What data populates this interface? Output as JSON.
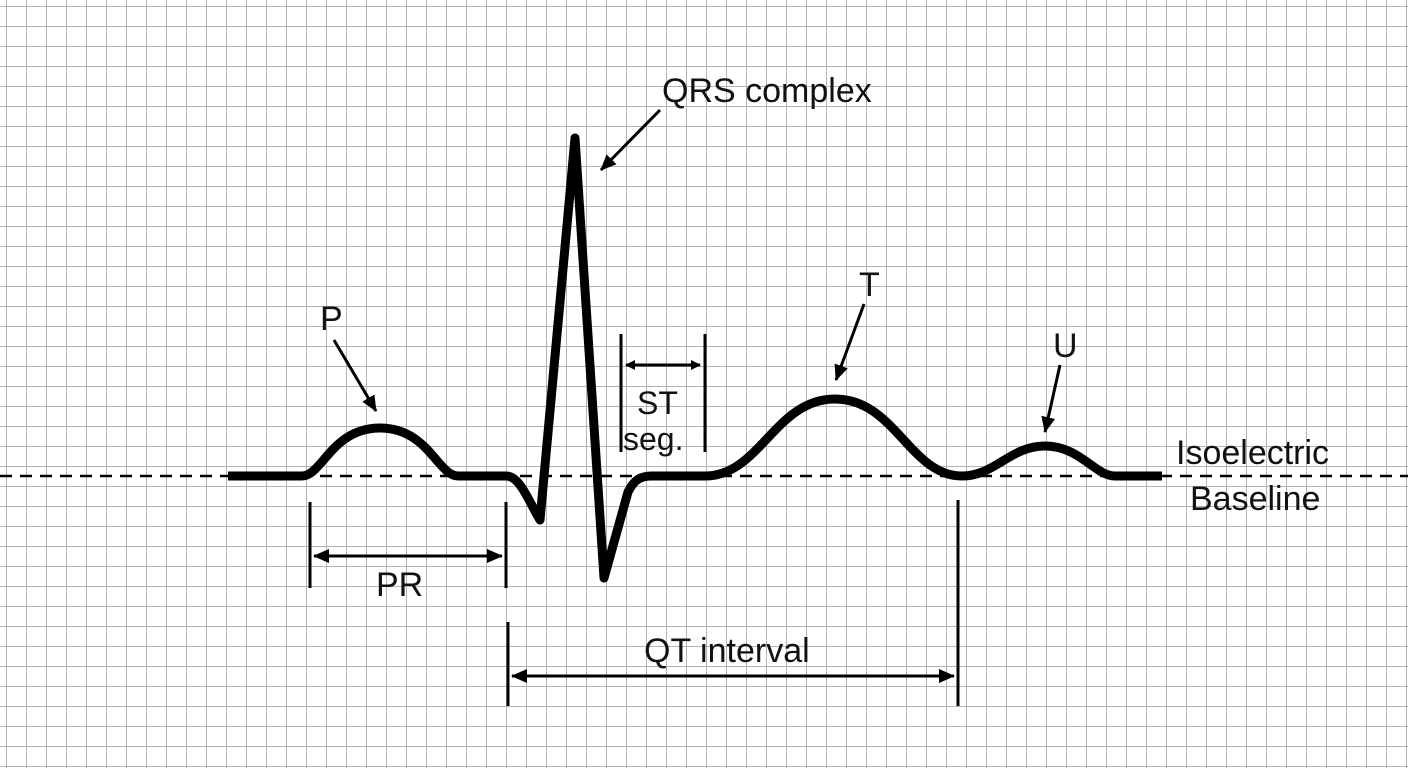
{
  "labels": {
    "qrs": "QRS complex",
    "p": "P",
    "t": "T",
    "u": "U",
    "st_line1": "ST",
    "st_line2": "seg.",
    "pr": "PR",
    "qt": "QT interval",
    "baseline_line1": "Isoelectric",
    "baseline_line2": "Baseline"
  },
  "colors": {
    "trace": "#000000",
    "grid": "#b3b3b3",
    "background": "#ffffff"
  }
}
